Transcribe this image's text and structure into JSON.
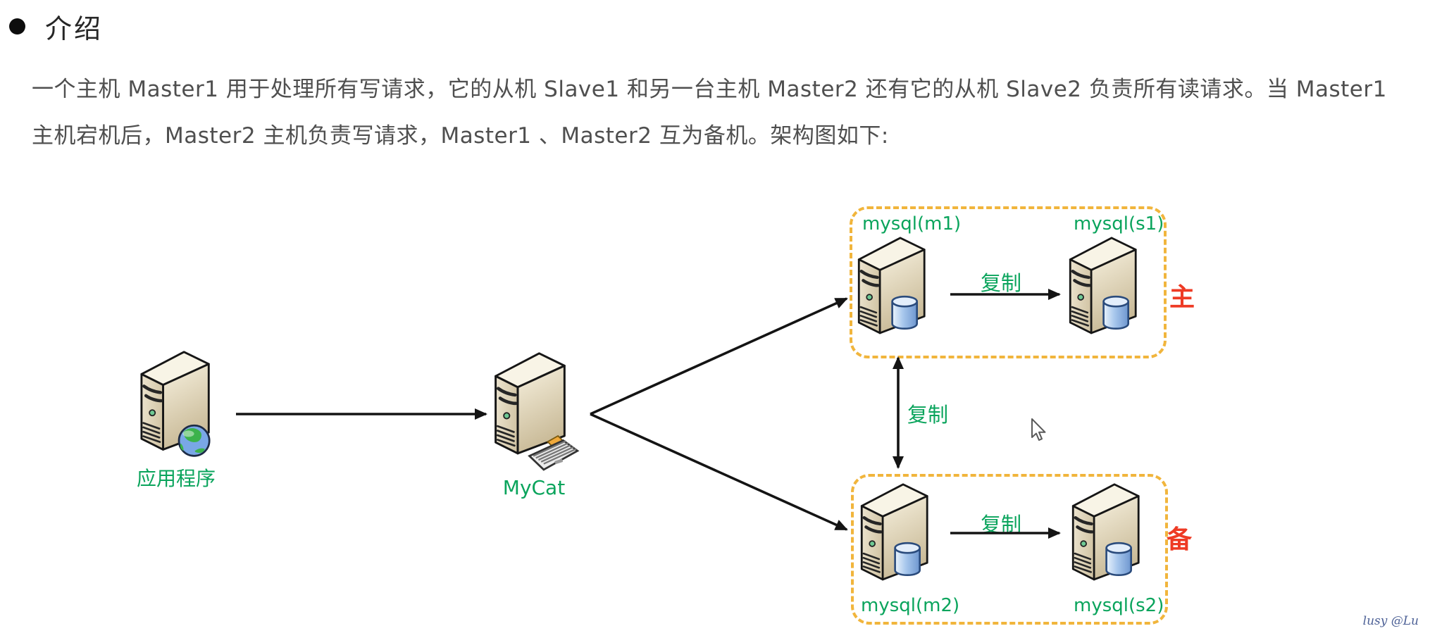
{
  "title": {
    "bullet_glyph": "●",
    "text": "介绍"
  },
  "paragraph": {
    "line1": "一个主机 Master1 用于处理所有写请求，它的从机 Slave1 和另一台主机 Master2 还有它的从机 Slave2 负责所有读请求。当 Master1",
    "line2": "主机宕机后，Master2 主机负责写请求，Master1 、Master2 互为备机。架构图如下:"
  },
  "diagram": {
    "app_node": {
      "label": "应用程序"
    },
    "mycat_node": {
      "label": "MyCat"
    },
    "master_group": {
      "master_label": "mysql(m1)",
      "slave_label": "mysql(s1)",
      "replication_label": "复制",
      "role_label": "主"
    },
    "backup_group": {
      "master_label": "mysql(m2)",
      "slave_label": "mysql(s2)",
      "replication_label": "复制",
      "role_label": "备"
    },
    "cross_replication_label": "复制"
  },
  "watermark": {
    "text": "lusy @Lu"
  },
  "colors": {
    "label_green": "#0aa45c",
    "role_red": "#ee3a24",
    "group_border_gold": "#f1b53c",
    "body_text": "#4f4f4f",
    "title_text": "#262626",
    "watermark_blue": "#4b5f95"
  }
}
